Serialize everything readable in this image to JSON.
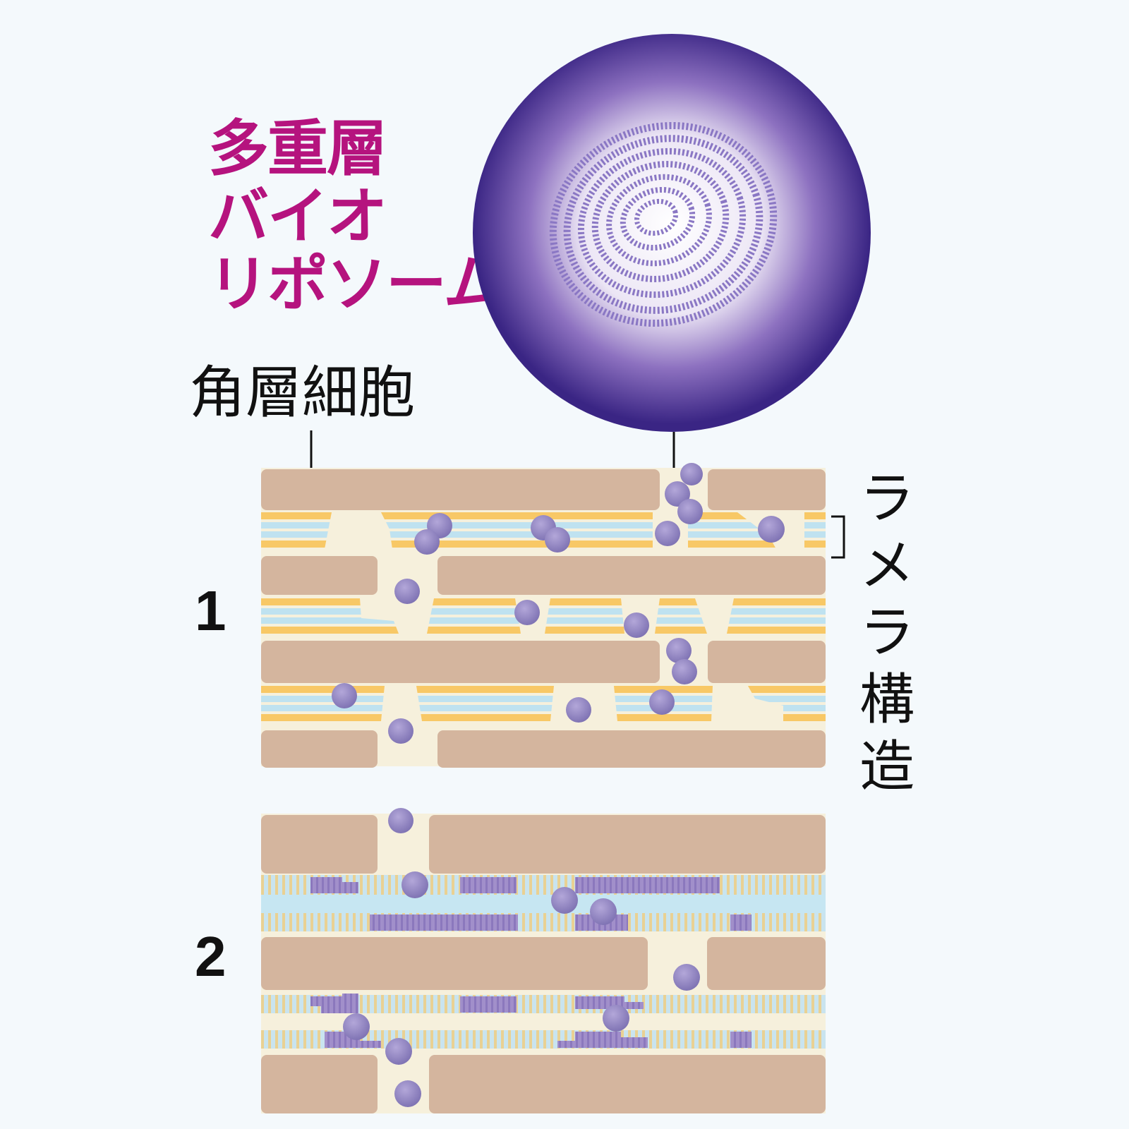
{
  "title": {
    "line1": "多重層",
    "line2": "バイオ",
    "line3": "リポソーム"
  },
  "labels": {
    "corneocyte": "角層細胞",
    "lamella": [
      "ラ",
      "メ",
      "ラ",
      "構",
      "造"
    ]
  },
  "panels": {
    "panel1_number": "1",
    "panel2_number": "2"
  },
  "colors": {
    "title": "#b5137e",
    "cell": "#d4b59e",
    "lipid_yellow": "#f8c866",
    "lipid_blue": "#bfe2f0",
    "gap": "#f6f0dc",
    "liposome": "#9283c3",
    "liposome_dark": "#3f2a85",
    "lipid_purple": "#a592c8"
  }
}
